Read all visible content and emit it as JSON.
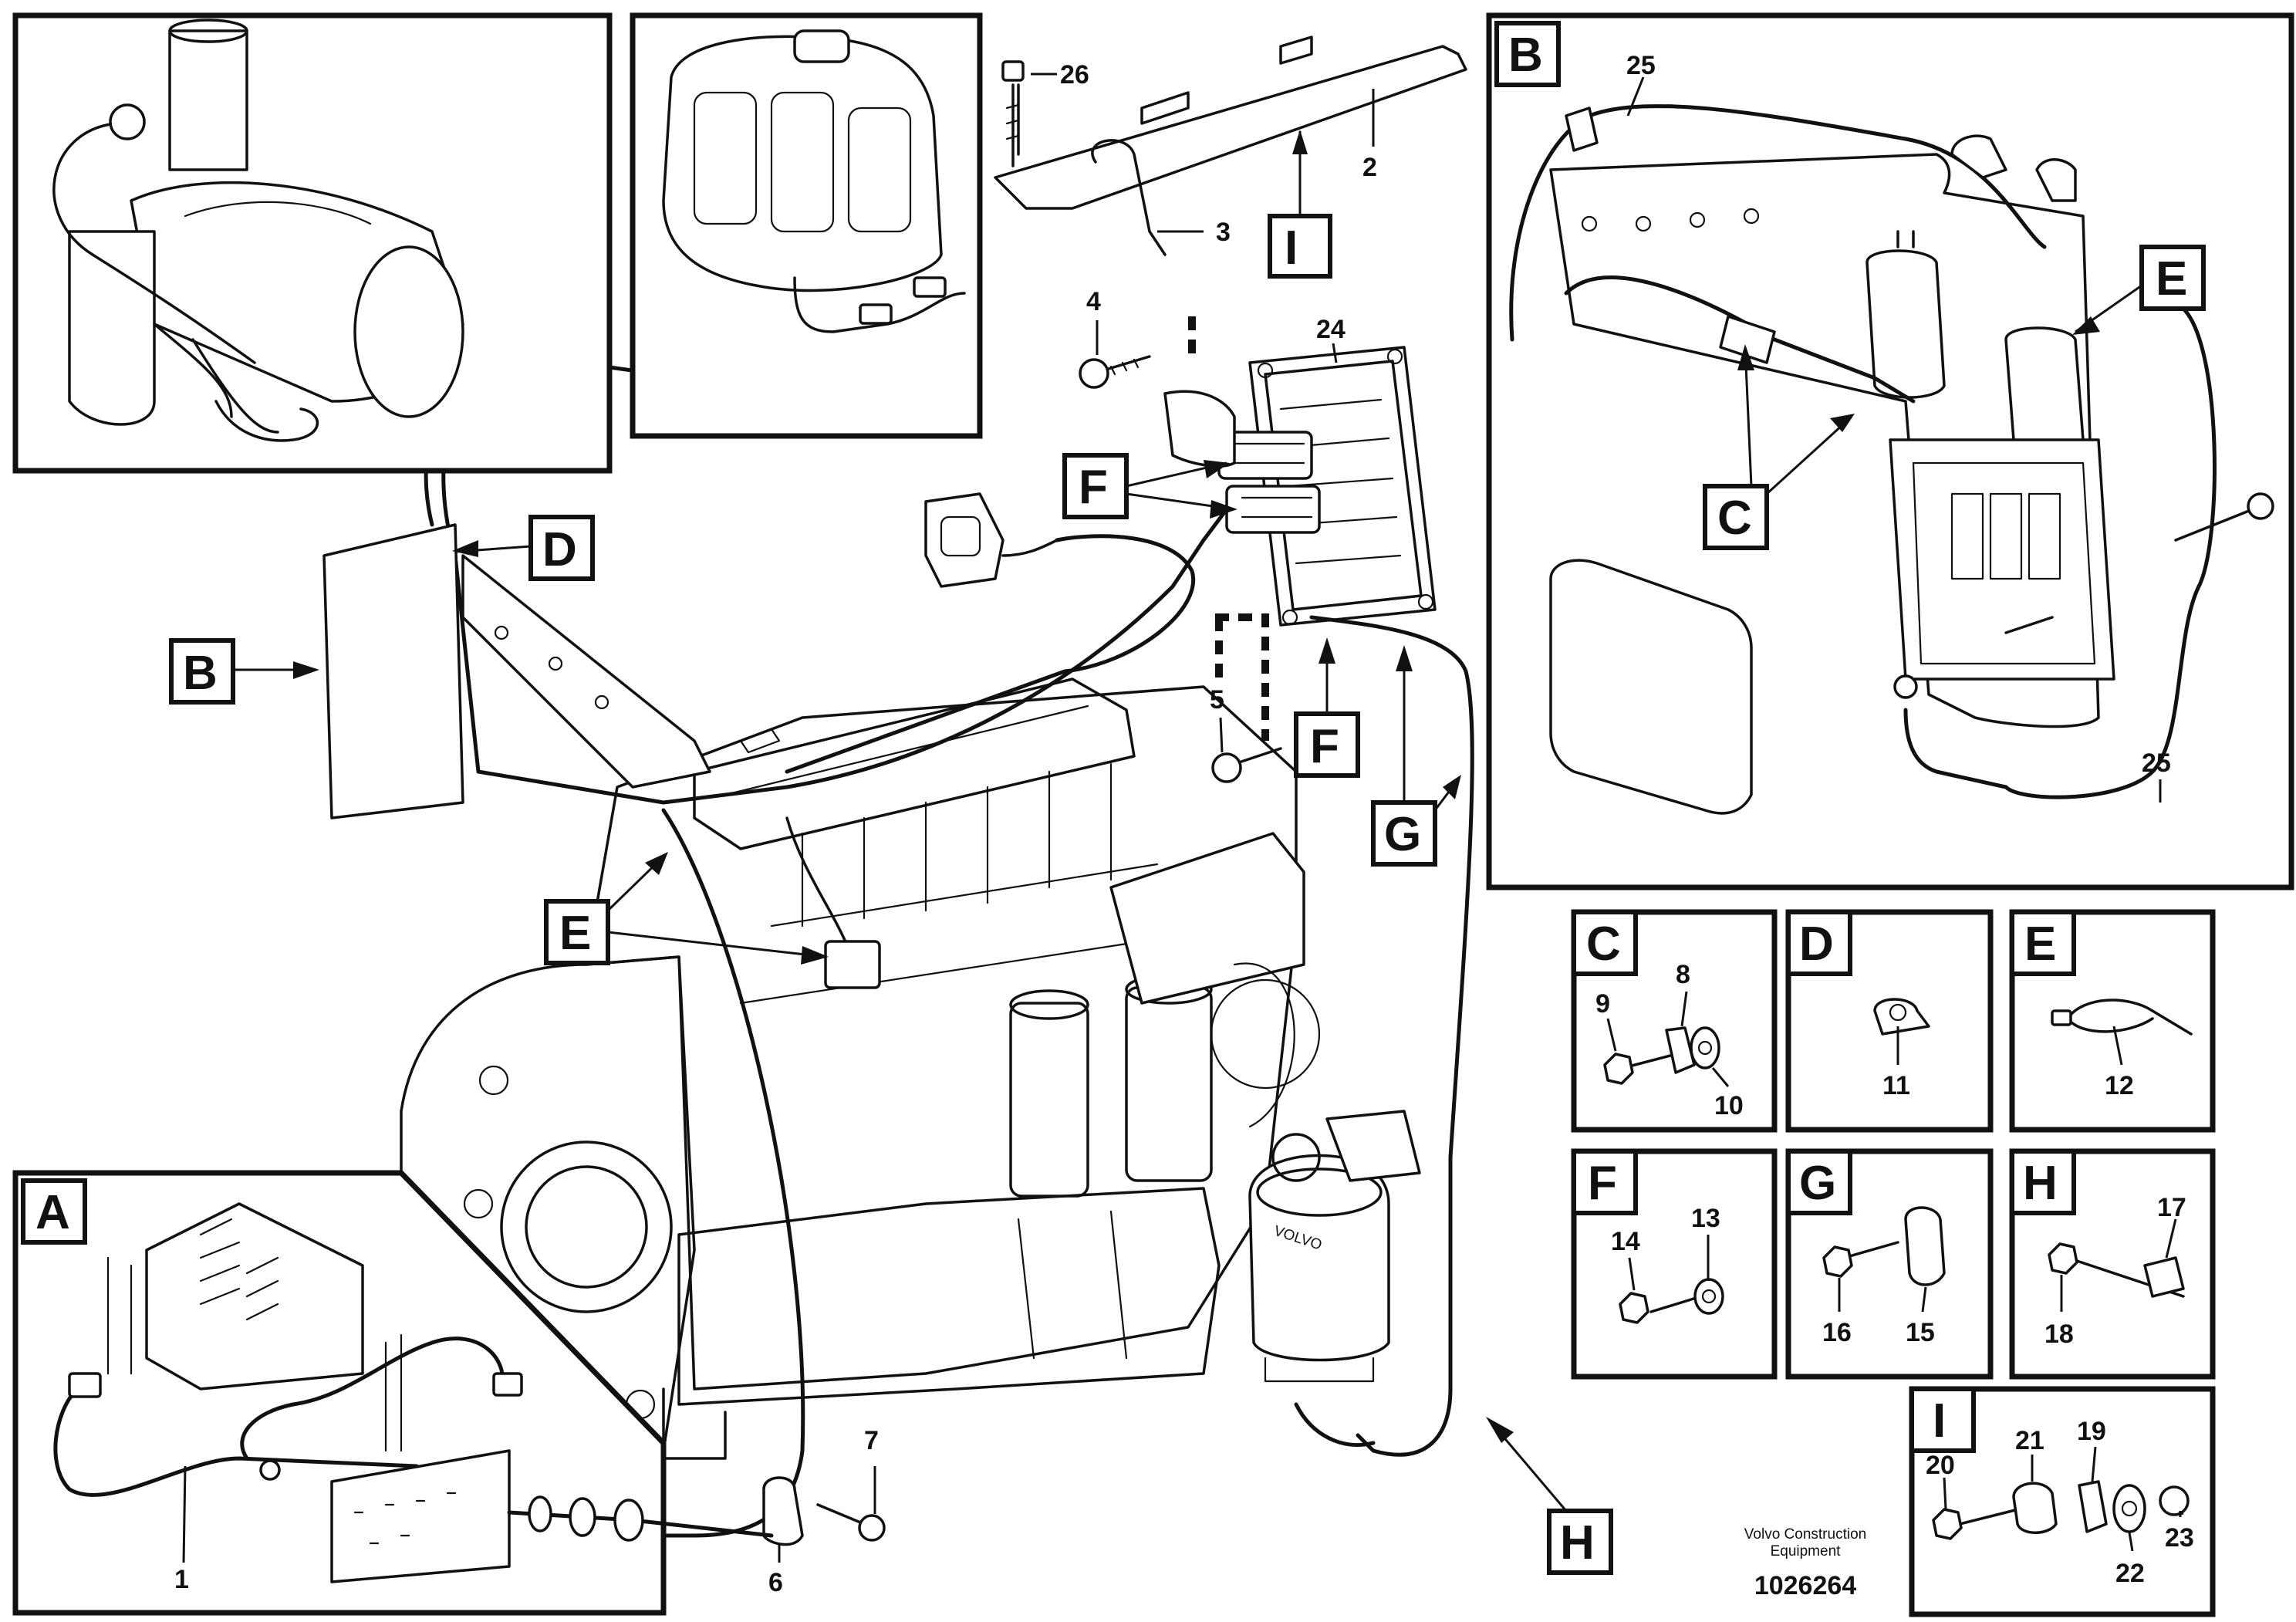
{
  "part_numbers": [
    "1",
    "2",
    "3",
    "4",
    "5",
    "6",
    "7",
    "8",
    "9",
    "10",
    "11",
    "12",
    "13",
    "14",
    "15",
    "16",
    "17",
    "18",
    "19",
    "20",
    "21",
    "22",
    "23",
    "24",
    "25",
    "26"
  ],
  "views": {
    "A": "A",
    "B": "B",
    "C": "C",
    "D": "D",
    "E": "E",
    "F": "F",
    "G": "G",
    "H": "H",
    "I": "I"
  },
  "footer": {
    "brand_line1": "Volvo Construction",
    "brand_line2": "Equipment",
    "image_code": "1026264"
  },
  "filter_brand": "VOLVO"
}
